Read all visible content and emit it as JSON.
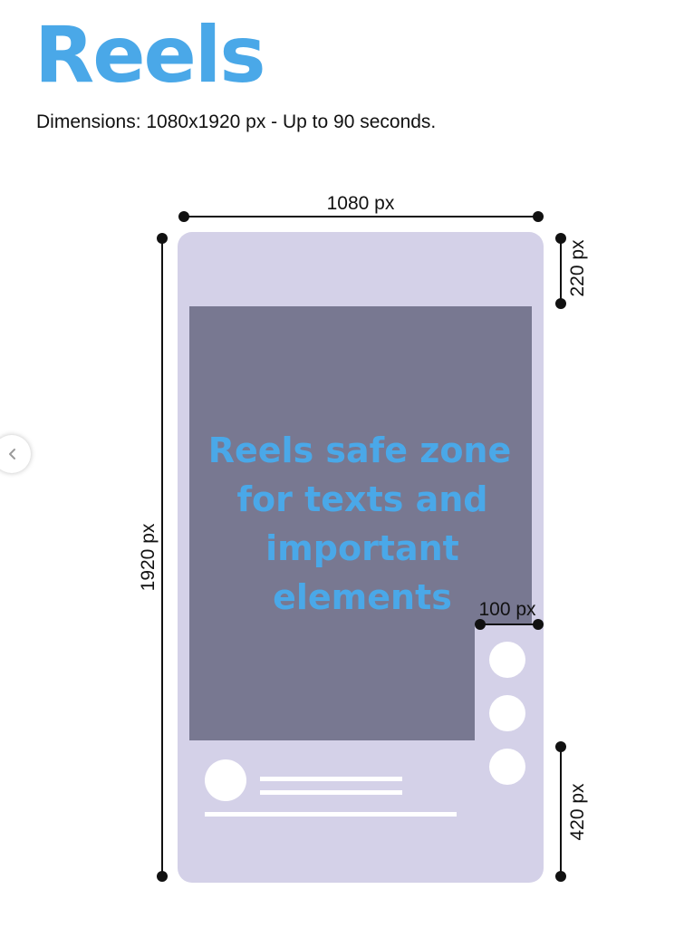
{
  "header": {
    "title": "Reels",
    "subtitle": "Dimensions: 1080x1920 px - Up to 90 seconds."
  },
  "diagram": {
    "width_label": "1080 px",
    "height_label": "1920 px",
    "top_margin_label": "220 px",
    "bottom_margin_label": "420 px",
    "right_margin_label": "100 px",
    "safe_zone_lines": [
      "Reels safe zone",
      "for texts and",
      "important",
      "elements"
    ]
  },
  "colors": {
    "accent": "#4AA8E8",
    "phone_bg": "#D4D1E8",
    "safe_zone": "#787891",
    "placeholder": "#FFFFFF",
    "measure": "#111111"
  },
  "icons": {
    "carousel_prev": "chevron-left-icon"
  }
}
